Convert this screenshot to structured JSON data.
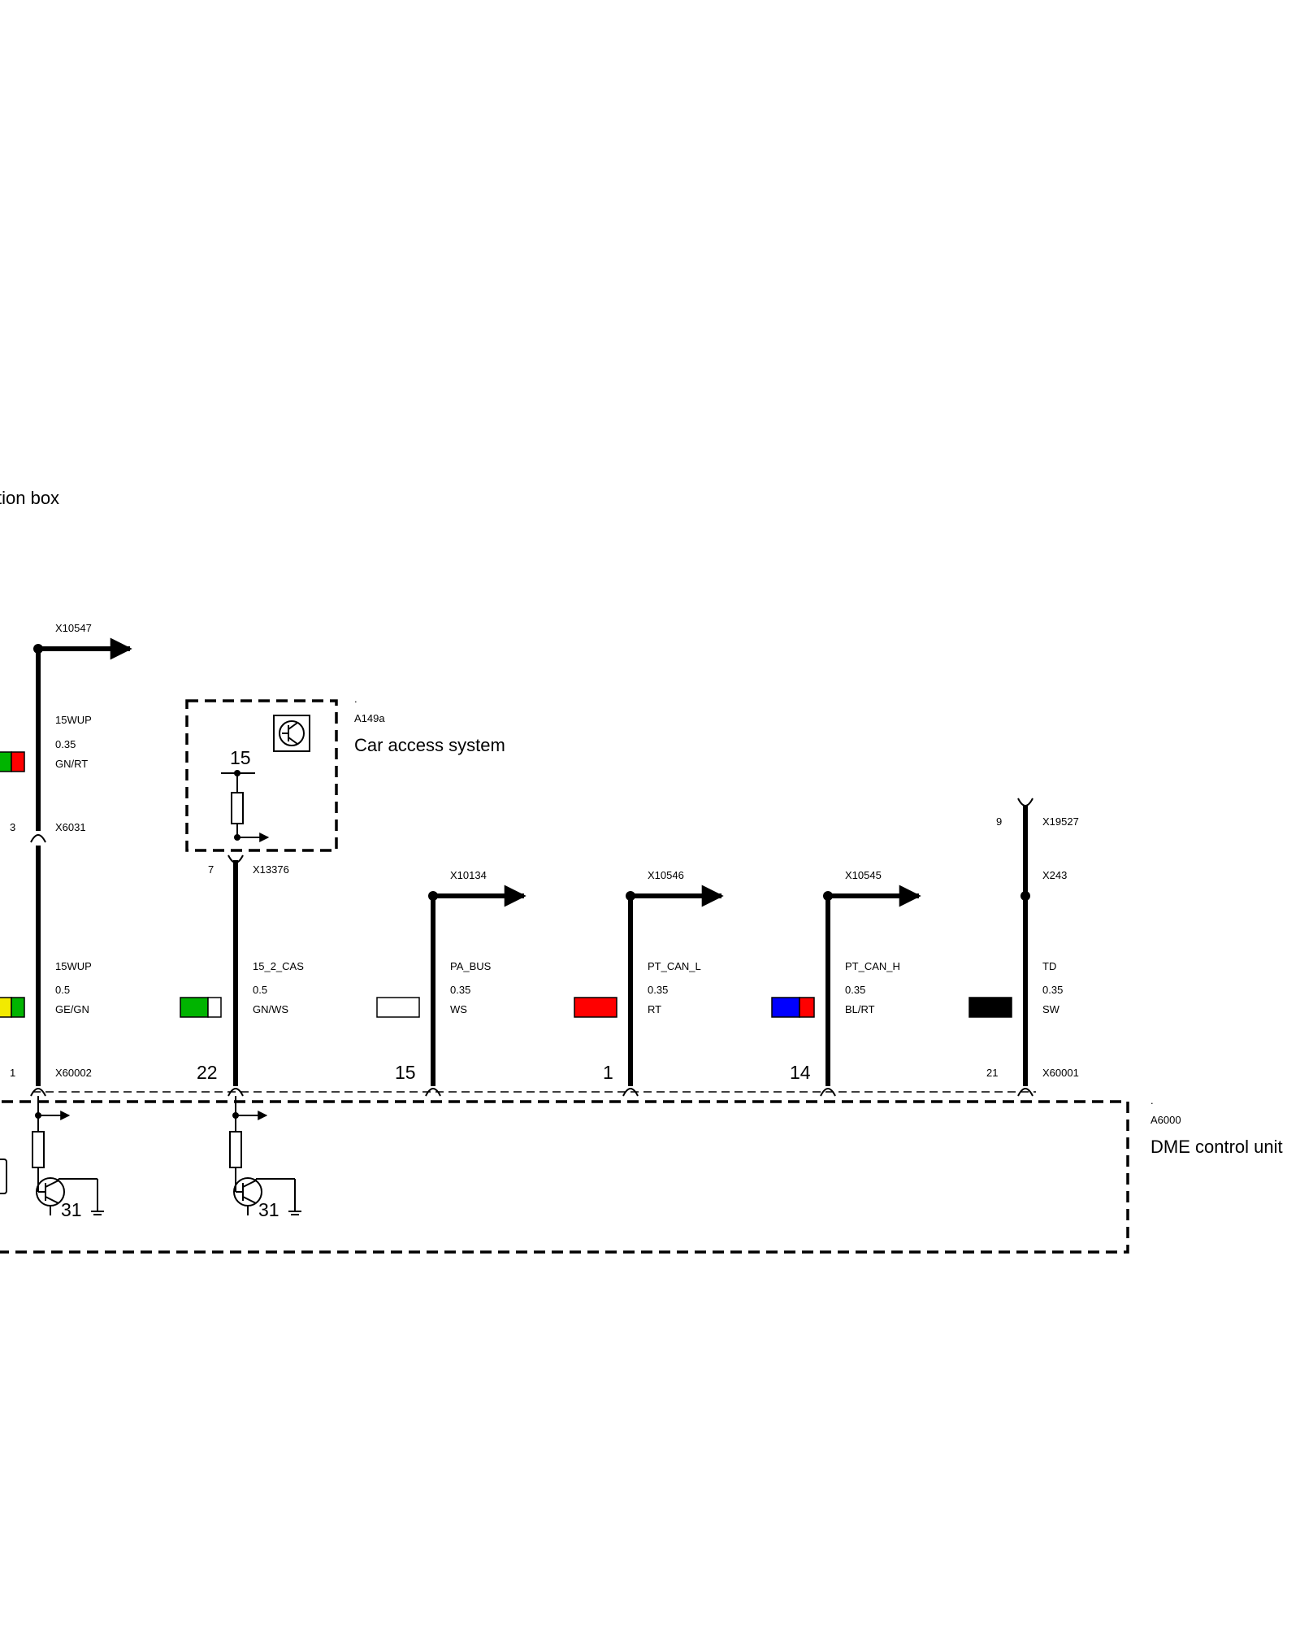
{
  "partial_labels": {
    "junction_box": "tion box"
  },
  "modules": {
    "cas": {
      "id": "A149a",
      "name": "Car access system",
      "dot": ".",
      "terminal": "15"
    },
    "dme": {
      "id": "A6000",
      "name": "DME control unit",
      "dot": ".",
      "ground": "31"
    }
  },
  "top_connectors": {
    "x10547": "X10547",
    "x6031": "X6031",
    "x6031_pin": "3",
    "x13376": "X13376",
    "x13376_pin": "7",
    "x19527": "X19527",
    "x19527_pin": "9",
    "x243": "X243"
  },
  "upper_wire": {
    "signal": "15WUP",
    "size": "0.35",
    "color": "GN/RT"
  },
  "wires": [
    {
      "id": "w1",
      "signal": "15WUP",
      "size": "0.5",
      "color": "GE/GN",
      "pin": "1",
      "connector": "X60002",
      "colors": [
        "#f2ea00",
        "#00b400"
      ]
    },
    {
      "id": "w2",
      "signal": "15_2_CAS",
      "size": "0.5",
      "color": "GN/WS",
      "pin": "22",
      "connector": "",
      "colors": [
        "#00b400",
        "#ffffff"
      ]
    },
    {
      "id": "w3",
      "signal": "PA_BUS",
      "size": "0.35",
      "color": "WS",
      "pin": "15",
      "connector": "X10134",
      "colors": [
        "#ffffff"
      ]
    },
    {
      "id": "w4",
      "signal": "PT_CAN_L",
      "size": "0.35",
      "color": "RT",
      "pin": "1",
      "connector": "X10546",
      "colors": [
        "#ff0000"
      ]
    },
    {
      "id": "w5",
      "signal": "PT_CAN_H",
      "size": "0.35",
      "color": "BL/RT",
      "pin": "14",
      "connector": "X10545",
      "colors": [
        "#0000ff",
        "#ff0000"
      ]
    },
    {
      "id": "w6",
      "signal": "TD",
      "size": "0.35",
      "color": "SW",
      "pin": "21",
      "connector": "X60001",
      "colors": [
        "#000000"
      ]
    }
  ],
  "colors": {
    "module_fill": "#dcdcdc",
    "ink": "#000000",
    "green": "#00b400",
    "red": "#ff0000",
    "yellow": "#f2ea00",
    "blue": "#0000ff"
  }
}
